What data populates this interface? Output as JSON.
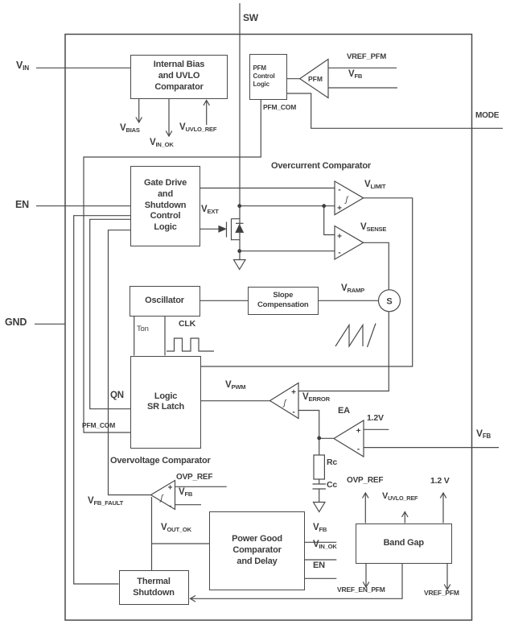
{
  "pins": {
    "vin": {
      "main": "V",
      "sub": "IN"
    },
    "en": "EN",
    "gnd": "GND",
    "sw": "SW",
    "mode": "MODE",
    "vfb": {
      "main": "V",
      "sub": "FB"
    }
  },
  "blocks": {
    "internal_bias": {
      "lines": [
        "Internal Bias",
        "and UVLO",
        "Comparator"
      ]
    },
    "pfm_control": {
      "lines": [
        "PFM",
        "Control",
        "Logic"
      ]
    },
    "gate_drive": {
      "lines": [
        "Gate Drive",
        "and",
        "Shutdown",
        "Control",
        "Logic"
      ]
    },
    "oscillator": {
      "label": "Oscillator"
    },
    "slope_comp": {
      "lines": [
        "Slope",
        "Compensation"
      ]
    },
    "sr_latch": {
      "lines": [
        "Logic",
        "SR Latch"
      ]
    },
    "power_good": {
      "lines": [
        "Power Good",
        "Comparator",
        "and Delay"
      ]
    },
    "band_gap": {
      "label": "Band Gap"
    },
    "thermal": {
      "lines": [
        "Thermal",
        "Shutdown"
      ]
    }
  },
  "titles": {
    "overcurrent": "Overcurrent Comparator",
    "overvoltage": "Overvoltage Comparator"
  },
  "comparators": {
    "pfm_label": "PFM",
    "summing": "S",
    "plus": "+",
    "minus": "-",
    "hysteresis": "ʃ"
  },
  "signals": {
    "vbias": {
      "main": "V",
      "sub": "BIAS"
    },
    "vin_ok": {
      "main": "V",
      "sub": "IN_OK"
    },
    "vuvlo_ref": {
      "main": "V",
      "sub": "UVLO_REF"
    },
    "vref_pfm": "VREF_PFM",
    "vfb": {
      "main": "V",
      "sub": "FB"
    },
    "pfm_com": "PFM_COM",
    "vlimit": {
      "main": "V",
      "sub": "LIMIT"
    },
    "vsense": {
      "main": "V",
      "sub": "SENSE"
    },
    "vext": {
      "main": "V",
      "sub": "EXT"
    },
    "vramp": {
      "main": "V",
      "sub": "RAMP"
    },
    "ton": "Ton",
    "clk": "CLK",
    "qn": "QN",
    "vpwm": {
      "main": "V",
      "sub": "PWM"
    },
    "verror": {
      "main": "V",
      "sub": "ERROR"
    },
    "ea": "EA",
    "v12": "1.2V",
    "v12_spaced": "1.2 V",
    "ovp_ref": "OVP_REF",
    "vfb_fault": {
      "main": "V",
      "sub": "FB_FAULT"
    },
    "vout_ok": {
      "main": "V",
      "sub": "OUT_OK"
    },
    "en": "EN",
    "vref_en_pfm": "VREF_EN_PFM"
  },
  "passives": {
    "rc": "Rc",
    "cc": "Cc"
  }
}
